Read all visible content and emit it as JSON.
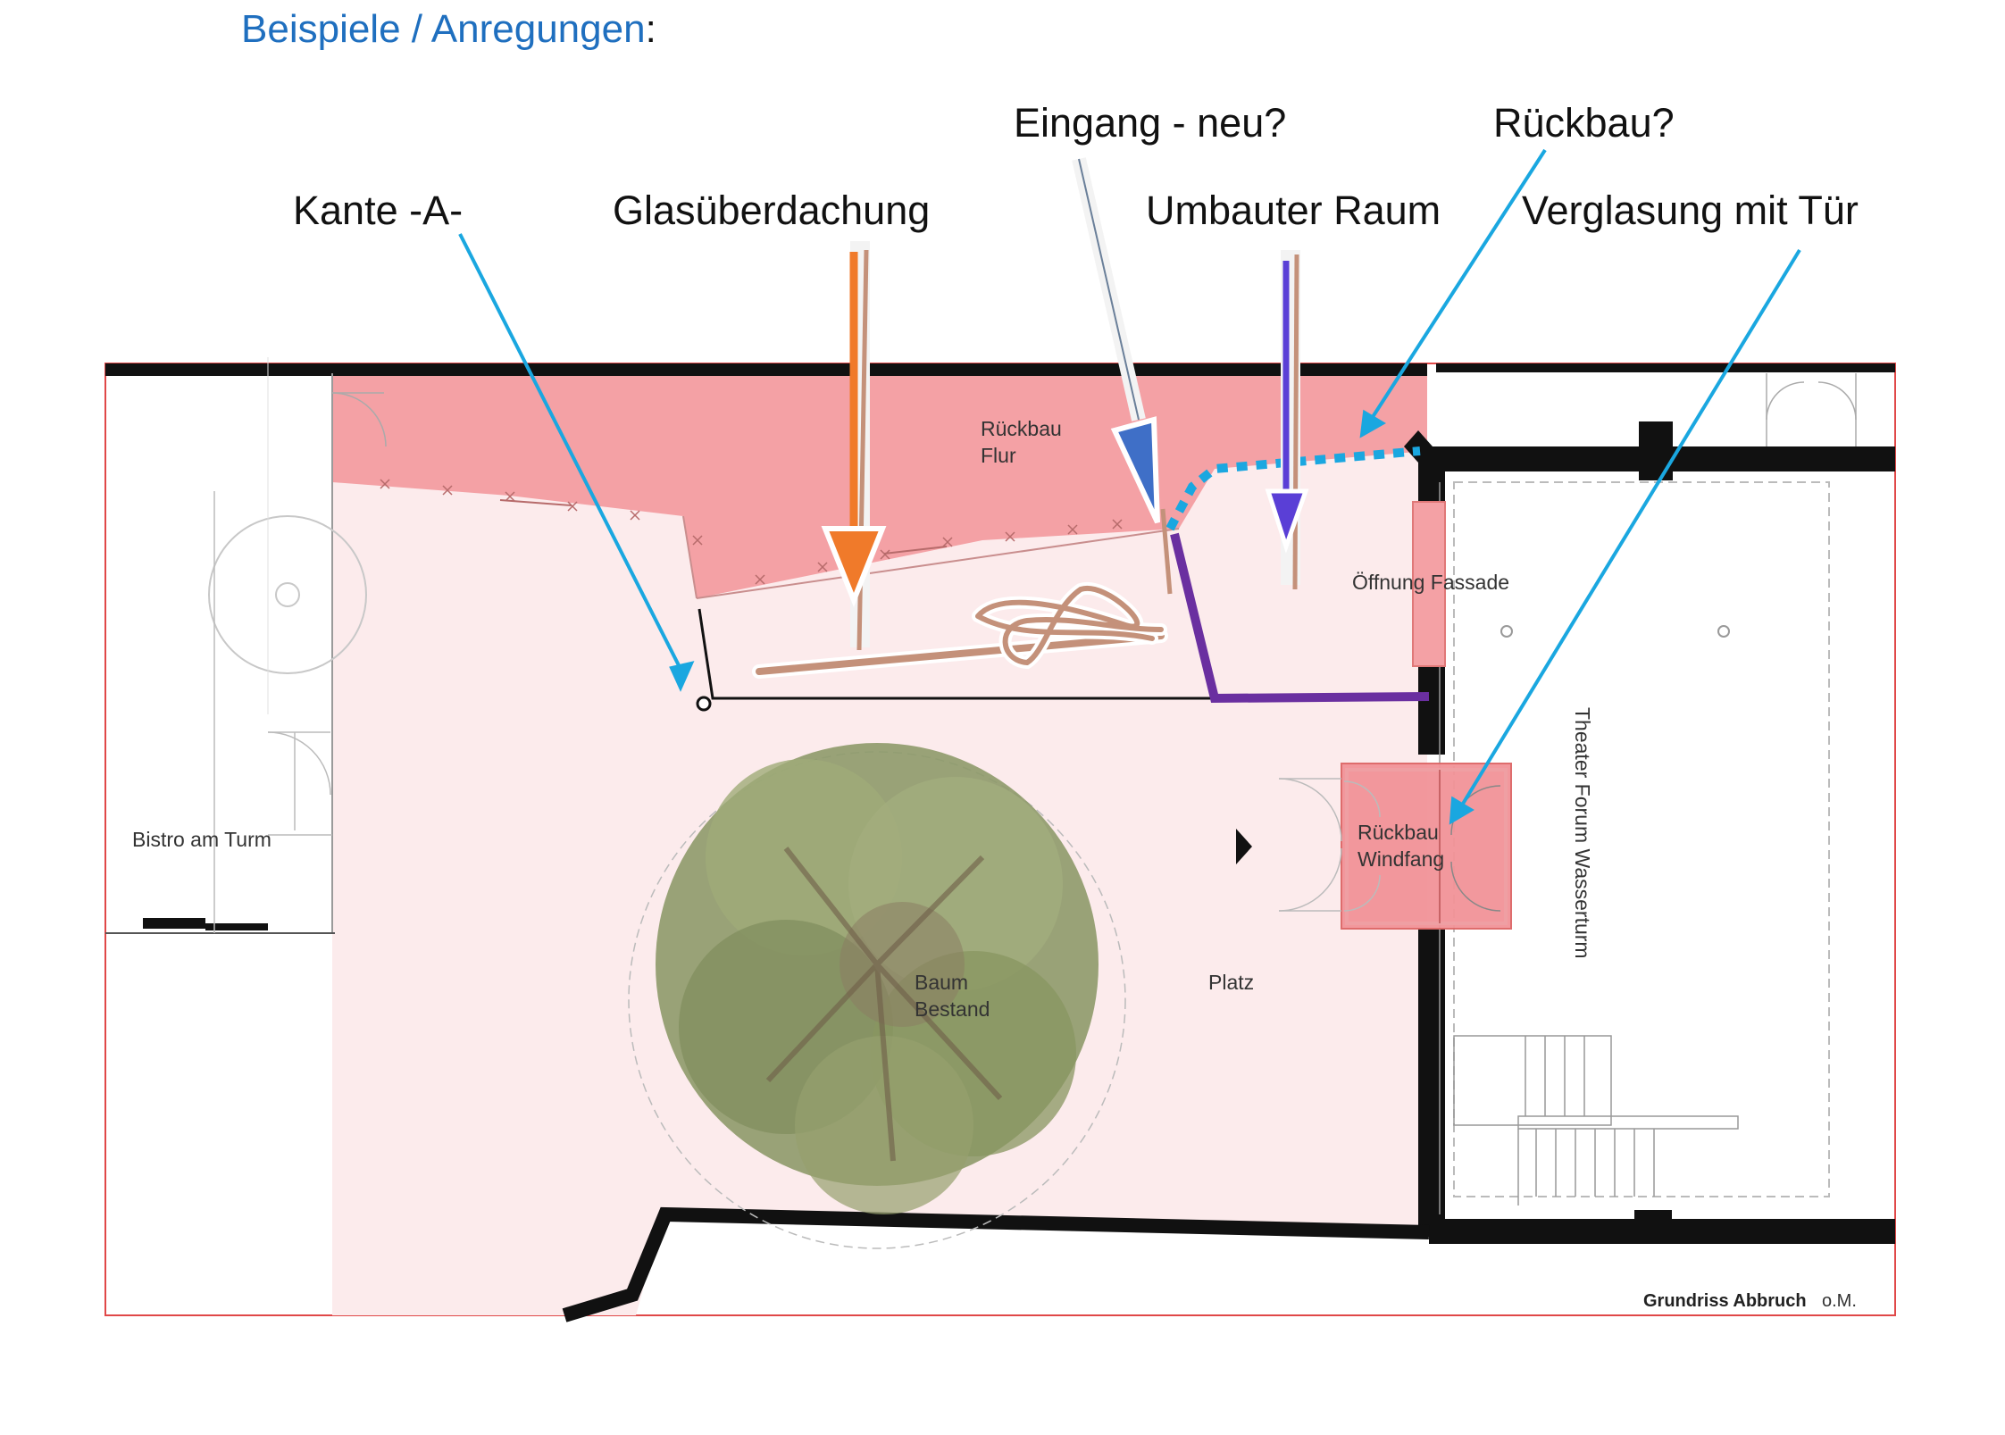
{
  "heading": {
    "text": "Beispiele / Anregungen",
    "suffix": ":"
  },
  "annotations": {
    "kante_a": "Kante -A-",
    "glasueberdachung": "Glasüberdachung",
    "eingang_neu": "Eingang - neu?",
    "umbauter_raum": "Umbauter Raum",
    "rueckbau": "Rückbau?",
    "verglasung": "Verglasung mit Tür"
  },
  "plan_labels": {
    "rueckbau_flur_1": "Rückbau",
    "rueckbau_flur_2": "Flur",
    "oeffnung_fassade": "Öffnung Fassade",
    "rueckbau_windfang_1": "Rückbau",
    "rueckbau_windfang_2": "Windfang",
    "bistro": "Bistro am Turm",
    "baum_1": "Baum",
    "baum_2": "Bestand",
    "platz": "Platz",
    "theater": "Theater Forum Wasserturm",
    "caption_bold": "Grundriss Abbruch",
    "caption_scale": "o.M."
  },
  "colors": {
    "heading_blue": "#1f6fbf",
    "arrow_cyan": "#1aa7e0",
    "demolition_red": "#f4a1a5",
    "plaza_pink": "#fcebec",
    "orange": "#f07a2a",
    "violet": "#5a3fd6",
    "purple_wall": "#6a2fa0",
    "entrance_blue": "#3f6fc7",
    "brown_sketch": "#c4917a",
    "wall": "#111111"
  }
}
